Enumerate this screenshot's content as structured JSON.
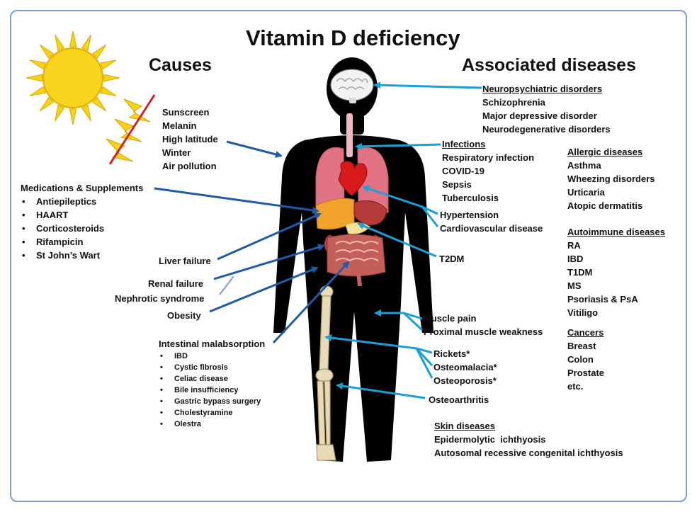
{
  "title": "Vitamin D deficiency",
  "causes_heading": "Causes",
  "diseases_heading": "Associated diseases",
  "causes": {
    "environment": [
      "Sunscreen",
      "Melanin",
      "High latitude",
      "Winter",
      "Air pollution"
    ],
    "medications": {
      "title": "Medications & Supplements",
      "items": [
        "Antiepileptics",
        "HAART",
        "Corticosteroids",
        "Rifampicin",
        "St John’s Wart"
      ]
    },
    "liver": "Liver failure",
    "renal": "Renal failure",
    "nephrotic": "Nephrotic syndrome",
    "obesity": "Obesity",
    "malabsorption": {
      "title": "Intestinal malabsorption",
      "items": [
        "IBD",
        "Cystic fibrosis",
        "Celiac disease",
        "Bile insufficiency",
        "Gastric bypass surgery",
        "Cholestyramine",
        "Olestra"
      ]
    }
  },
  "diseases": {
    "neuro": {
      "title": "Neuropsychiatric disorders",
      "items": [
        "Schizophrenia",
        "Major depressive disorder",
        "Neurodegenerative disorders"
      ]
    },
    "infections": {
      "title": "Infections",
      "items": [
        "Respiratory infection",
        "COVID-19",
        "Sepsis",
        "Tuberculosis"
      ]
    },
    "cardio": [
      "Hypertension",
      "Cardiovascular disease"
    ],
    "t2dm": "T2DM",
    "muscle": [
      "Muscle pain",
      "Proximal muscle weakness"
    ],
    "bone": [
      "Rickets*",
      "Osteomalacia*",
      "Osteoporosis*"
    ],
    "oa": "Osteoarthritis",
    "skin": {
      "title": "Skin diseases",
      "items": [
        "Epidermolytic  ichthyosis",
        "Autosomal recessive congenital ichthyosis"
      ]
    },
    "allergic": {
      "title": "Allergic diseases",
      "items": [
        "Asthma",
        "Wheezing disorders",
        "Urticaria",
        "Atopic dermatitis"
      ]
    },
    "autoimmune": {
      "title": "Autoimmune diseases",
      "items": [
        "RA",
        "IBD",
        "T1DM",
        "MS",
        "Psoriasis & PsA",
        "Vitiligo"
      ]
    },
    "cancers": {
      "title": "Cancers",
      "items": [
        "Breast",
        "Colon",
        "Prostate",
        "etc."
      ]
    }
  },
  "colors": {
    "arrow_dark": "#1f5ba8",
    "arrow_light": "#1aa0d8",
    "sun": "#f5d414",
    "body": "#000000"
  }
}
